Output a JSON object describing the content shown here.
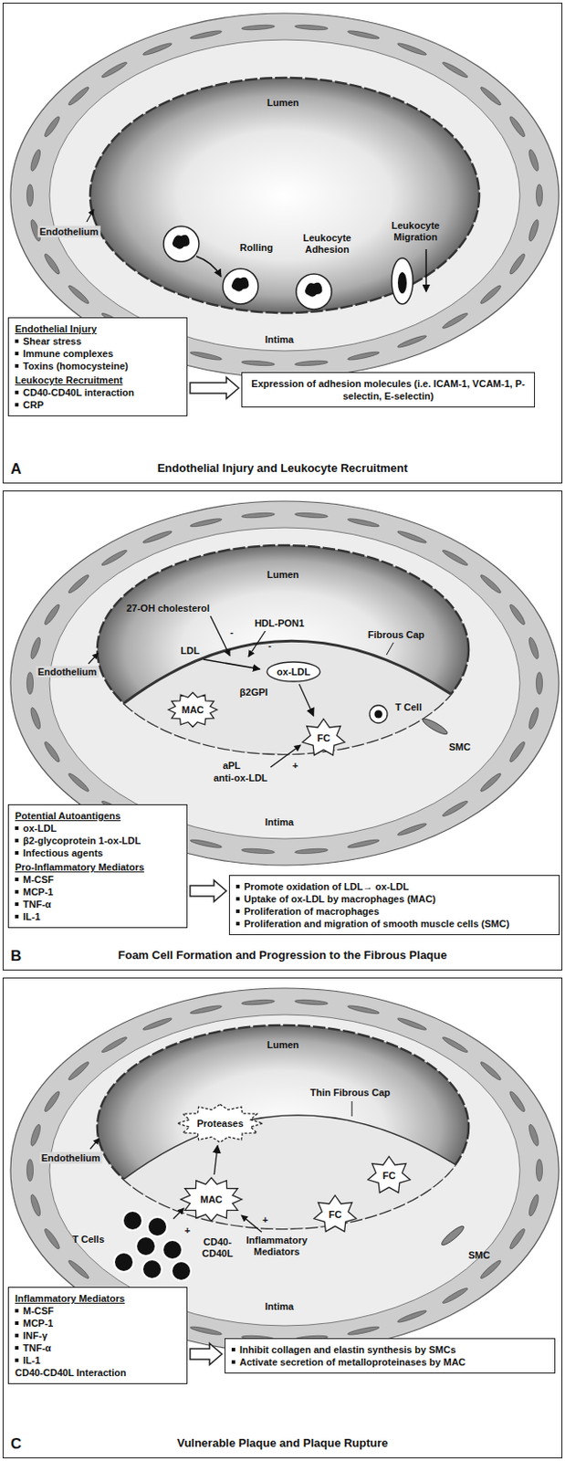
{
  "diagram": {
    "nodes": [
      {
        "text": [
          "A",
          "Endothelial Injury and Leukocyte Recruitment"
        ]
      },
      {
        "text": [
          "Endothelial Injury",
          "Shear stress",
          "Immune complexes",
          "Toxins (homocysteine)",
          "Leukocyte Recruitment",
          "CD40-CD40L interaction",
          "CRP"
        ],
        "in": 0
      },
      {
        "text": [
          "Expression of adhesion molecules (i.e. ICAM-1, VCAM-1, P-selectin, E-selectin)"
        ],
        "in": 0
      },
      {
        "text": [
          "B",
          "Foam Cell Formation and Progression to the Fibrous Plaque"
        ]
      },
      {
        "text": [
          "MAC"
        ],
        "in": 3
      },
      {
        "text": [
          "ox-LDL"
        ],
        "in": 3
      },
      {
        "text": [
          "FC"
        ],
        "in": 3
      },
      {
        "text": [
          "Potential Autoantigens",
          "ox-LDL",
          "β2-glycoprotein 1-ox-LDL",
          "Infectious agents",
          "Pro-Inflammatory Mediators",
          "M-CSF",
          "MCP-1",
          "TNF-α",
          "IL-1"
        ],
        "in": 3
      },
      {
        "text": [
          "Promote oxidation of LDL→ ox-LDL",
          "Uptake of ox-LDL by macrophages (MAC)",
          "Proliferation of macrophages",
          "Proliferation and migration of smooth muscle cells (SMC)"
        ],
        "in": 3
      },
      {
        "text": [
          "C",
          "Vulnerable Plaque and Plaque Rupture"
        ]
      },
      {
        "text": [
          "Proteases"
        ],
        "in": 9
      },
      {
        "text": [
          "MAC"
        ],
        "in": 9
      },
      {
        "text": [
          "FC"
        ],
        "in": 9
      },
      {
        "text": [
          "FC"
        ],
        "in": 9
      },
      {
        "text": [
          "Inflammatory Mediators",
          "M-CSF",
          "MCP-1",
          "INF-γ",
          "TNF-α",
          "IL-1",
          "CD40-CD40L Interaction"
        ],
        "in": 9
      },
      {
        "text": [
          "Inhibit collagen and elastin synthesis by SMCs",
          "Activate secretion of metalloproteinases by MAC"
        ],
        "in": 9
      }
    ],
    "edges": [
      {
        "from": 1,
        "to": 2,
        "arrow": "to"
      },
      {
        "from": 5,
        "to": 6,
        "arrow": "to"
      },
      {
        "from": 7,
        "to": 8,
        "arrow": "to"
      },
      {
        "from": 11,
        "to": 10,
        "arrow": "to"
      },
      {
        "from": 14,
        "to": 15,
        "arrow": "to"
      }
    ],
    "labels": [
      "Lumen",
      "Endothelium",
      "Rolling",
      "Leukocyte Adhesion",
      "Leukocyte Migration",
      "Intima",
      "Lumen",
      "27-OH cholesterol",
      "-",
      "HDL-PON1",
      "-",
      "Fibrous Cap",
      "Endothelium",
      "LDL",
      "β2GPI",
      "T Cell",
      "+",
      "aPL",
      "anti-ox-LDL",
      "SMC",
      "Intima",
      "Lumen",
      "Thin Fibrous Cap",
      "Endothelium",
      "T Cells",
      "CD40- CD40L",
      "+",
      "Inflammatory Mediators",
      "+",
      "SMC",
      "Intima"
    ]
  }
}
